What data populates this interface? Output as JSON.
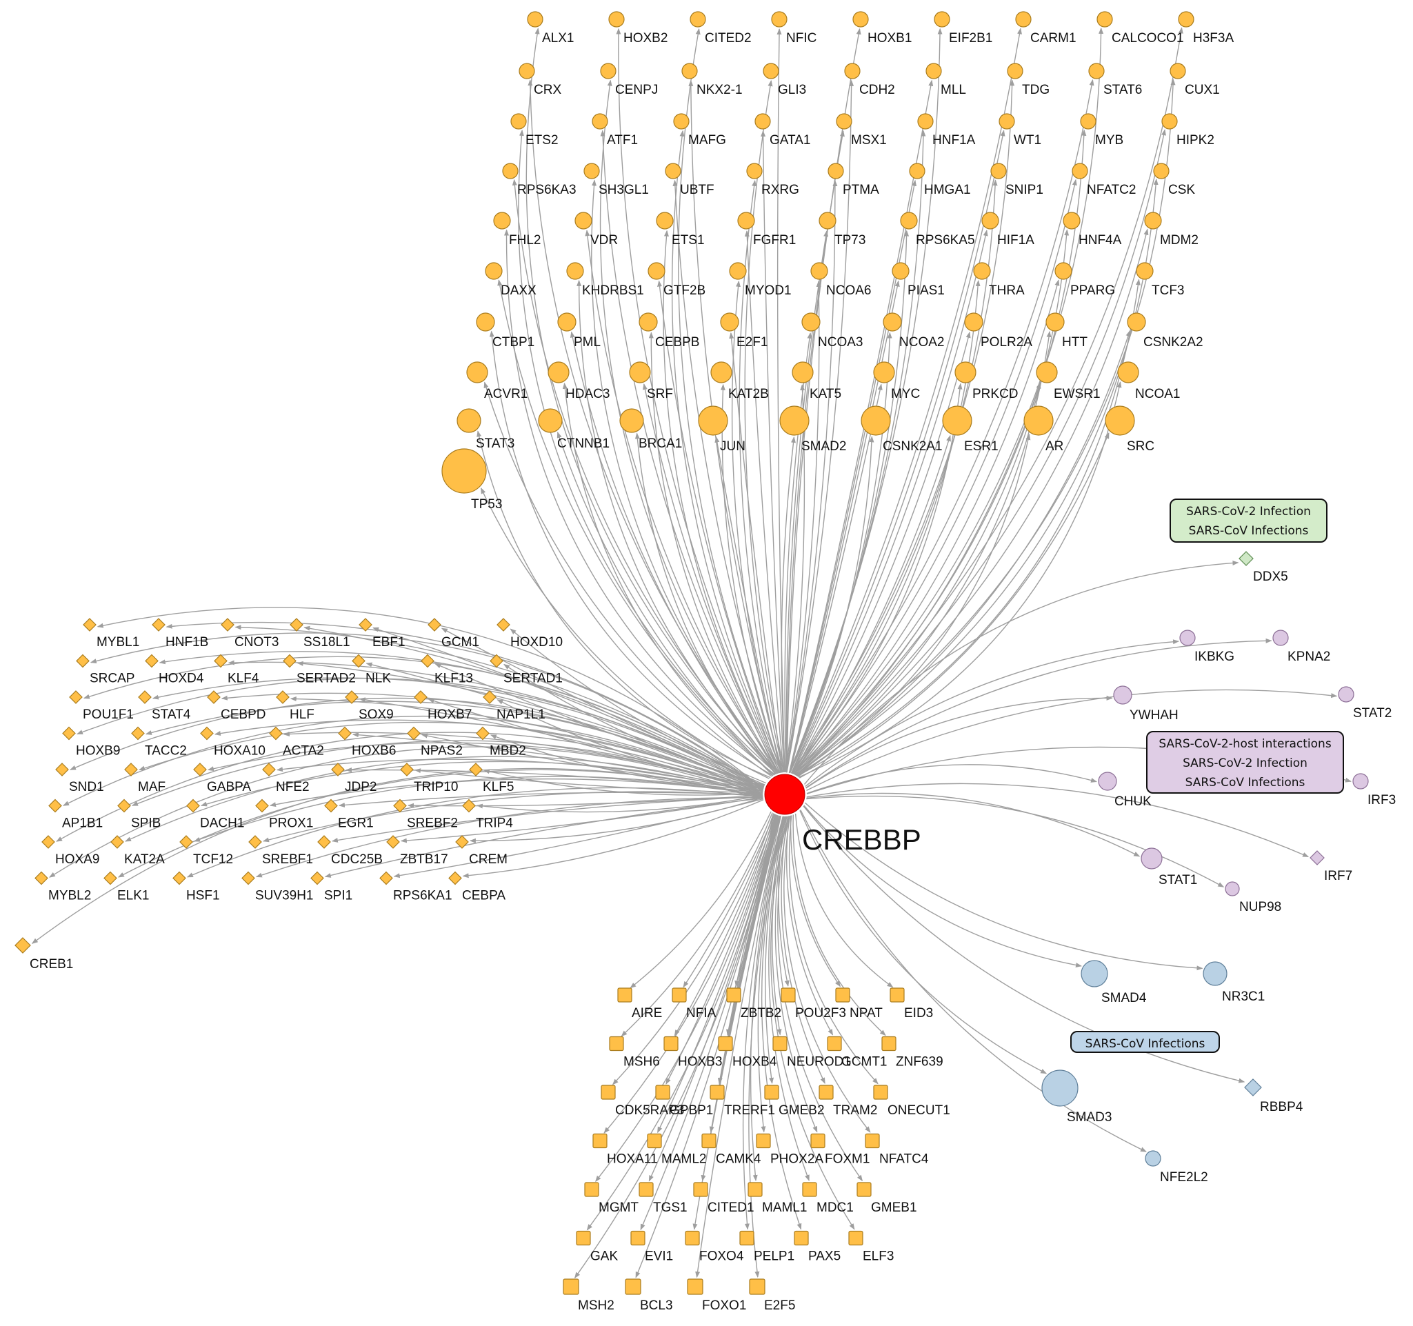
{
  "hub": {
    "label": "CREBBP",
    "color": "#ff0000"
  },
  "colors": {
    "orange": "#ffbf47",
    "purple": "#dcc8e2",
    "blue": "#b9d1e4",
    "green": "#cfe8c6",
    "box_green": "#d4ecca",
    "box_purple": "#dfcde5",
    "box_blue": "#bed5e9",
    "edge": "#9e9e9e"
  },
  "orange_circles": [
    {
      "label": "ALX1",
      "size": 0
    },
    {
      "label": "HOXB2",
      "size": 0
    },
    {
      "label": "CITED2",
      "size": 0
    },
    {
      "label": "NFIC",
      "size": 0
    },
    {
      "label": "HOXB1",
      "size": 0
    },
    {
      "label": "EIF2B1",
      "size": 0
    },
    {
      "label": "CARM1",
      "size": 0
    },
    {
      "label": "CALCOCO1",
      "size": 0
    },
    {
      "label": "H3F3A",
      "size": 0
    },
    {
      "label": "CRX",
      "size": 0
    },
    {
      "label": "CENPJ",
      "size": 0
    },
    {
      "label": "NKX2-1",
      "size": 0
    },
    {
      "label": "GLI3",
      "size": 0
    },
    {
      "label": "CDH2",
      "size": 0
    },
    {
      "label": "MLL",
      "size": 0
    },
    {
      "label": "TDG",
      "size": 0
    },
    {
      "label": "STAT6",
      "size": 0
    },
    {
      "label": "CUX1",
      "size": 0
    },
    {
      "label": "ETS2",
      "size": 0
    },
    {
      "label": "ATF1",
      "size": 0
    },
    {
      "label": "MAFG",
      "size": 0
    },
    {
      "label": "GATA1",
      "size": 0
    },
    {
      "label": "MSX1",
      "size": 0
    },
    {
      "label": "HNF1A",
      "size": 0
    },
    {
      "label": "WT1",
      "size": 0
    },
    {
      "label": "MYB",
      "size": 0
    },
    {
      "label": "HIPK2",
      "size": 0
    },
    {
      "label": "RPS6KA3",
      "size": 0
    },
    {
      "label": "SH3GL1",
      "size": 0
    },
    {
      "label": "UBTF",
      "size": 0
    },
    {
      "label": "RXRG",
      "size": 0
    },
    {
      "label": "PTMA",
      "size": 0
    },
    {
      "label": "HMGA1",
      "size": 0
    },
    {
      "label": "SNIP1",
      "size": 0
    },
    {
      "label": "NFATC2",
      "size": 0
    },
    {
      "label": "CSK",
      "size": 0
    },
    {
      "label": "FHL2",
      "size": 1
    },
    {
      "label": "VDR",
      "size": 1
    },
    {
      "label": "ETS1",
      "size": 1
    },
    {
      "label": "FGFR1",
      "size": 1
    },
    {
      "label": "TP73",
      "size": 1
    },
    {
      "label": "RPS6KA5",
      "size": 1
    },
    {
      "label": "HIF1A",
      "size": 1
    },
    {
      "label": "HNF4A",
      "size": 1
    },
    {
      "label": "MDM2",
      "size": 1
    },
    {
      "label": "DAXX",
      "size": 1
    },
    {
      "label": "KHDRBS1",
      "size": 1
    },
    {
      "label": "GTF2B",
      "size": 1
    },
    {
      "label": "MYOD1",
      "size": 1
    },
    {
      "label": "NCOA6",
      "size": 1
    },
    {
      "label": "PIAS1",
      "size": 1
    },
    {
      "label": "THRA",
      "size": 1
    },
    {
      "label": "PPARG",
      "size": 1
    },
    {
      "label": "TCF3",
      "size": 1
    },
    {
      "label": "CTBP1",
      "size": 2
    },
    {
      "label": "PML",
      "size": 2
    },
    {
      "label": "CEBPB",
      "size": 2
    },
    {
      "label": "E2F1",
      "size": 2
    },
    {
      "label": "NCOA3",
      "size": 2
    },
    {
      "label": "NCOA2",
      "size": 2
    },
    {
      "label": "POLR2A",
      "size": 2
    },
    {
      "label": "HTT",
      "size": 2
    },
    {
      "label": "CSNK2A2",
      "size": 2
    },
    {
      "label": "ACVR1",
      "size": 3
    },
    {
      "label": "HDAC3",
      "size": 3
    },
    {
      "label": "SRF",
      "size": 3
    },
    {
      "label": "KAT2B",
      "size": 3
    },
    {
      "label": "KAT5",
      "size": 3
    },
    {
      "label": "MYC",
      "size": 3
    },
    {
      "label": "PRKCD",
      "size": 3
    },
    {
      "label": "EWSR1",
      "size": 3
    },
    {
      "label": "NCOA1",
      "size": 3
    },
    {
      "label": "STAT3",
      "size": 4
    },
    {
      "label": "CTNNB1",
      "size": 4
    },
    {
      "label": "BRCA1",
      "size": 4
    },
    {
      "label": "JUN",
      "size": 5
    },
    {
      "label": "SMAD2",
      "size": 5
    },
    {
      "label": "CSNK2A1",
      "size": 5
    },
    {
      "label": "ESR1",
      "size": 5
    },
    {
      "label": "AR",
      "size": 5
    },
    {
      "label": "SRC",
      "size": 5
    },
    {
      "label": "TP53",
      "size": 6
    }
  ],
  "orange_diamonds": [
    "MYBL1",
    "HNF1B",
    "CNOT3",
    "SS18L1",
    "EBF1",
    "GCM1",
    "HOXD10",
    "SRCAP",
    "HOXD4",
    "KLF4",
    "SERTAD2",
    "NLK",
    "KLF13",
    "SERTAD1",
    "POU1F1",
    "STAT4",
    "CEBPD",
    "HLF",
    "SOX9",
    "HOXB7",
    "NAP1L1",
    "HOXB9",
    "TACC2",
    "HOXA10",
    "ACTA2",
    "HOXB6",
    "NPAS2",
    "MBD2",
    "SND1",
    "MAF",
    "GABPA",
    "NFE2",
    "JDP2",
    "TRIP10",
    "KLF5",
    "AP1B1",
    "SPIB",
    "DACH1",
    "PROX1",
    "EGR1",
    "SREBF2",
    "TRIP4",
    "HOXA9",
    "KAT2A",
    "TCF12",
    "SREBF1",
    "CDC25B",
    "ZBTB17",
    "CREM",
    "MYBL2",
    "ELK1",
    "HSF1",
    "SUV39H1",
    "SPI1",
    "RPS6KA1",
    "CEBPA",
    "CREB1"
  ],
  "orange_squares": [
    "AIRE",
    "NFIA",
    "ZBTB2",
    "POU2F3",
    "NPAT",
    "EID3",
    "MSH6",
    "HOXB3",
    "HOXB4",
    "NEUROD1",
    "GCMT1",
    "ZNF639",
    "CDK5RAP3",
    "GPBP1",
    "TRERF1",
    "GMEB2",
    "TRAM2",
    "ONECUT1",
    "HOXA11",
    "MAML2",
    "CAMK4",
    "PHOX2A",
    "FOXM1",
    "NFATC4",
    "MGMT",
    "TGS1",
    "CITED1",
    "MAML1",
    "MDC1",
    "GMEB1",
    "GAK",
    "EVI1",
    "FOXO4",
    "PELP1",
    "PAX5",
    "ELF3",
    "MSH2",
    "BCL3",
    "FOXO1",
    "E2F5"
  ],
  "purple_nodes": [
    {
      "label": "IKBKG",
      "shape": "circle"
    },
    {
      "label": "KPNA2",
      "shape": "circle"
    },
    {
      "label": "YWHAH",
      "shape": "circle"
    },
    {
      "label": "STAT2",
      "shape": "circle"
    },
    {
      "label": "CHUK",
      "shape": "circle"
    },
    {
      "label": "IRF3",
      "shape": "circle"
    },
    {
      "label": "STAT1",
      "shape": "circle"
    },
    {
      "label": "NUP98",
      "shape": "circle"
    },
    {
      "label": "IRF7",
      "shape": "diamond"
    }
  ],
  "blue_nodes": [
    {
      "label": "SMAD4",
      "shape": "circle"
    },
    {
      "label": "NR3C1",
      "shape": "circle"
    },
    {
      "label": "SMAD3",
      "shape": "circle"
    },
    {
      "label": "RBBP4",
      "shape": "diamond"
    },
    {
      "label": "NFE2L2",
      "shape": "circle"
    }
  ],
  "green_nodes": [
    {
      "label": "DDX5",
      "shape": "diamond"
    }
  ],
  "legend_boxes": [
    {
      "id": "green",
      "lines": [
        "SARS-CoV-2 Infection",
        "SARS-CoV Infections"
      ]
    },
    {
      "id": "purple",
      "lines": [
        "SARS-CoV-2-host interactions",
        "SARS-CoV-2 Infection",
        "SARS-CoV Infections"
      ]
    },
    {
      "id": "blue",
      "lines": [
        "SARS-CoV Infections"
      ]
    }
  ]
}
